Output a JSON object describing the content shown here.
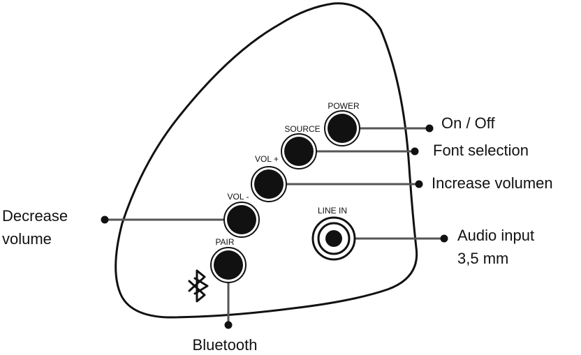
{
  "buttons": [
    {
      "id": "power",
      "label": "POWER",
      "icon": "power-button"
    },
    {
      "id": "source",
      "label": "SOURCE",
      "icon": "source-button"
    },
    {
      "id": "volup",
      "label": "VOL +",
      "icon": "volume-up-button"
    },
    {
      "id": "voldown",
      "label": "VOL -",
      "icon": "volume-down-button"
    },
    {
      "id": "pair",
      "label": "PAIR",
      "icon": "pair-button"
    }
  ],
  "jack": {
    "label": "LINE IN",
    "icon": "audio-jack"
  },
  "bluetooth_symbol": "bluetooth-icon",
  "callouts": {
    "on_off": "On / Off",
    "font_selection": "Font selection",
    "increase_volume": "Increase volumen",
    "decrease_volume_line1": "Decrease",
    "decrease_volume_line2": "volume",
    "audio_input_line1": "Audio input",
    "audio_input_line2": "3,5 mm",
    "bluetooth": "Bluetooth"
  },
  "colors": {
    "ink": "#111111",
    "leader": "#555555",
    "panel_fill": "#ffffff"
  }
}
